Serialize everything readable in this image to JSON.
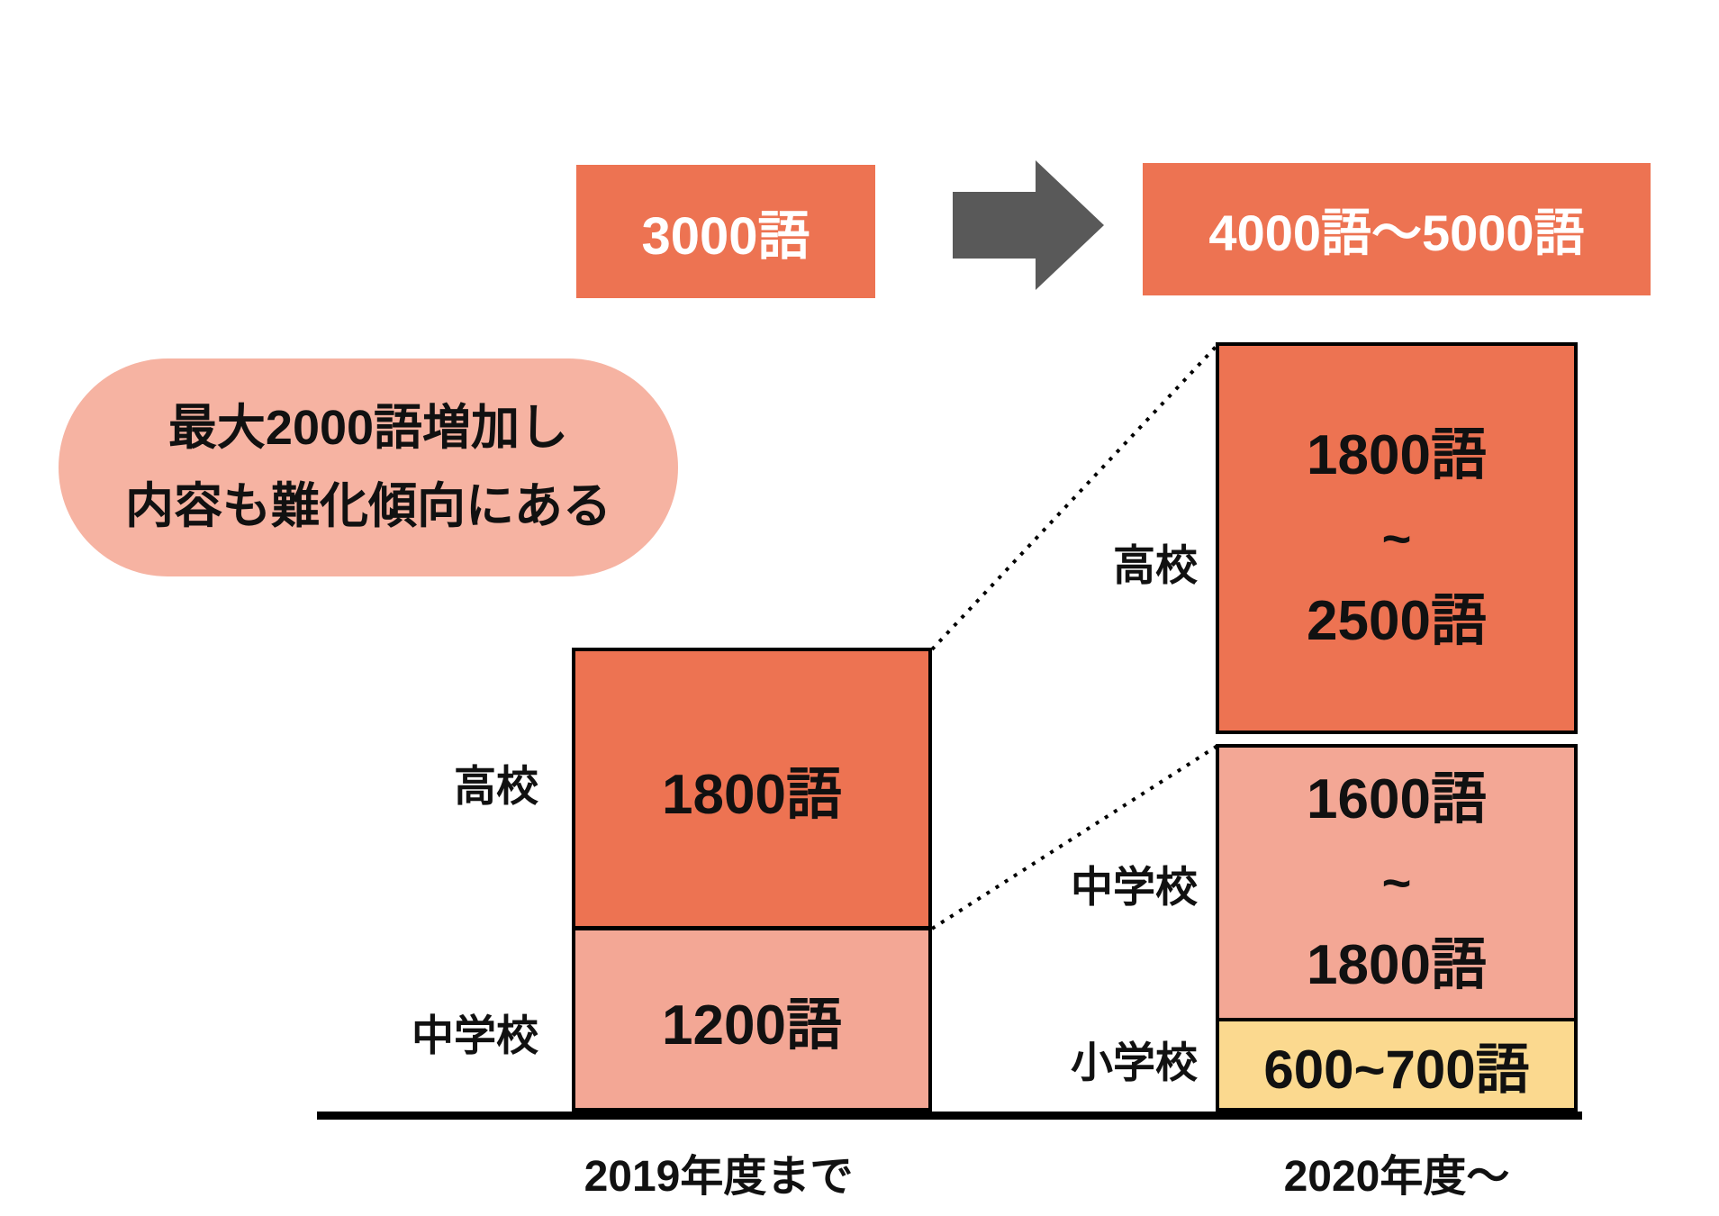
{
  "title_totals": {
    "before": "3000語",
    "after": "4000語〜5000語"
  },
  "callout": {
    "line1": "最大2000語増加し",
    "line2": "内容も難化傾向にある"
  },
  "bar_2019": {
    "hs_label": "高校",
    "hs_value": "1800語",
    "jhs_label": "中学校",
    "jhs_value": "1200語",
    "axis_label": "2019年度まで"
  },
  "bar_2020": {
    "hs_label": "高校",
    "hs_line1": "1800語",
    "hs_line2": "~",
    "hs_line3": "2500語",
    "jhs_label": "中学校",
    "jhs_line1": "1600語",
    "jhs_line2": "~",
    "jhs_line3": "1800語",
    "es_label": "小学校",
    "es_value": "600~700語",
    "axis_label": "2020年度〜"
  },
  "icons": {
    "transition_arrow": "right-arrow"
  },
  "colors": {
    "orange": "#ED7352",
    "salmon": "#F3A795",
    "bubble_pink": "#F6B3A2",
    "yellow": "#FBD98F",
    "arrow_gray": "#595959",
    "ink": "#111111",
    "border": "#000000"
  },
  "chart_data": {
    "type": "bar",
    "stacked": true,
    "title": "英語の語彙数の変化（学習指導要領の改訂前後）",
    "categories": [
      "2019年度まで",
      "2020年度〜"
    ],
    "series": [
      {
        "name": "小学校",
        "labels": [
          "",
          "600~700語"
        ],
        "values_min": [
          0,
          600
        ],
        "values_max": [
          0,
          700
        ],
        "color": "#FBD98F"
      },
      {
        "name": "中学校",
        "labels": [
          "1200語",
          "1600語~1800語"
        ],
        "values_min": [
          1200,
          1600
        ],
        "values_max": [
          1200,
          1800
        ],
        "color": "#F3A795"
      },
      {
        "name": "高校",
        "labels": [
          "1800語",
          "1800語~2500語"
        ],
        "values_min": [
          1800,
          1800
        ],
        "values_max": [
          1800,
          2500
        ],
        "color": "#ED7352"
      }
    ],
    "totals": [
      "3000語",
      "4000語〜5000語"
    ],
    "annotation": "最大2000語増加し 内容も難化傾向にある",
    "xlabel": "",
    "ylabel": "",
    "ylim": [
      0,
      5000
    ],
    "legend": false,
    "gridlines": false,
    "baseline_axis": true,
    "connectors": [
      "左バー高校上端 → 右バー高校上端 (点線)",
      "左バー高校/中学校境界 → 右バー中学校上端 (点線)"
    ]
  }
}
